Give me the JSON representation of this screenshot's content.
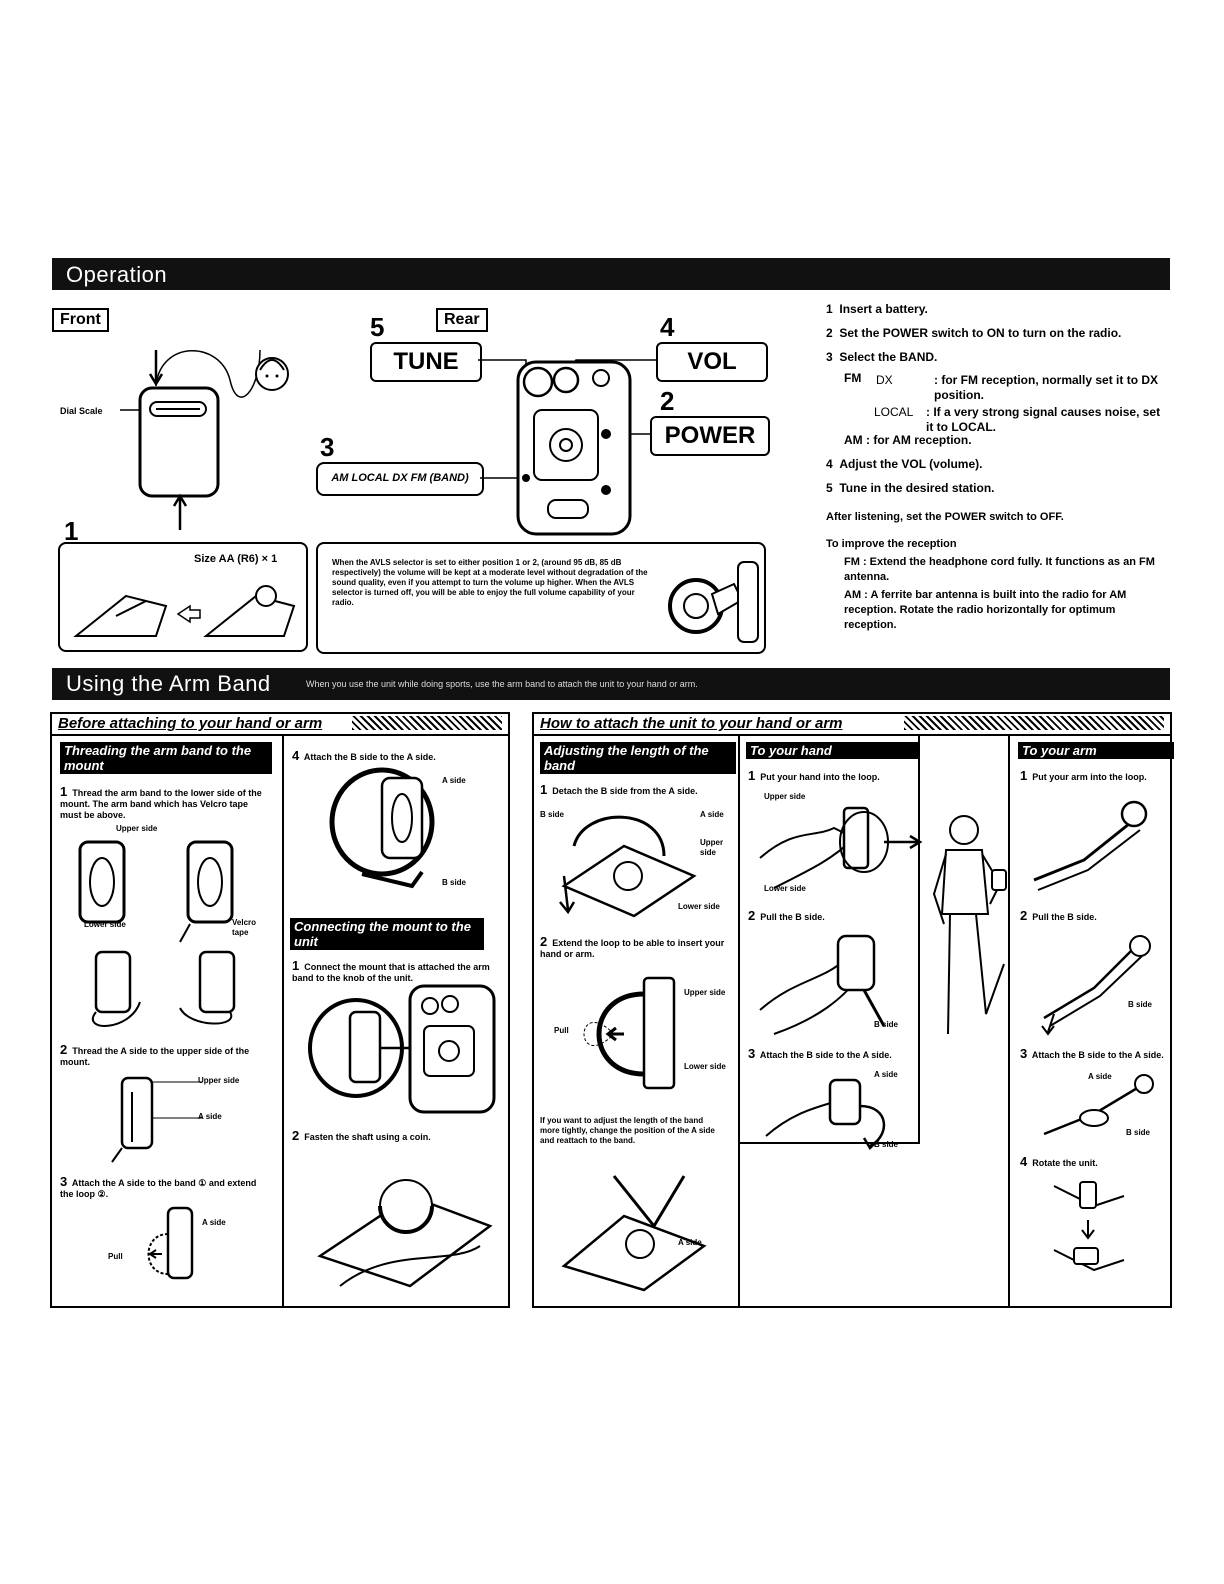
{
  "operation": {
    "title": "Operation",
    "front_label": "Front",
    "rear_label": "Rear",
    "dial_scale": "Dial Scale",
    "callouts": {
      "n1": "1",
      "n2": "2",
      "n3": "3",
      "n4": "4",
      "n5": "5"
    },
    "controls": {
      "tune": "TUNE",
      "vol": "VOL",
      "power": "POWER",
      "band_strip": "AM  LOCAL DX FM (BAND)"
    },
    "battery_box": {
      "size": "Size AA (R6) × 1"
    },
    "avls_note": "When the AVLS selector is set to either position 1 or 2, (around 95 dB, 85 dB respectively) the volume will be kept at a moderate level without degradation of the sound quality, even if you attempt to turn the volume up higher. When the AVLS selector is turned off, you will be able to enjoy the full volume capability of your radio.",
    "steps": [
      {
        "num": "1",
        "text": "Insert a battery."
      },
      {
        "num": "2",
        "text": "Set the POWER switch to ON to turn on the radio."
      },
      {
        "num": "3",
        "text": "Select the BAND."
      }
    ],
    "fm_label": "FM",
    "fm_dx": "DX",
    "fm_dx_text": ": for FM reception, normally set it to DX position.",
    "fm_local": "LOCAL",
    "fm_local_text": ": If a very strong signal causes noise, set it to LOCAL.",
    "am_text": "AM : for AM reception.",
    "steps2": [
      {
        "num": "4",
        "text": "Adjust the VOL (volume)."
      },
      {
        "num": "5",
        "text": "Tune in the desired station."
      }
    ],
    "after_listening_lead": "After listening,",
    "after_listening_rest": " set the POWER switch to OFF.",
    "improve_title": "To improve the reception",
    "improve_fm": "FM : Extend the headphone cord fully. It functions as an FM antenna.",
    "improve_am": "AM : A ferrite bar antenna is built into the radio for AM reception. Rotate the radio horizontally for optimum reception."
  },
  "armband": {
    "title": "Using the Arm Band",
    "subtitle": "When you use the unit while doing sports, use the arm band to attach the unit to your hand or arm.",
    "before": {
      "header": "Before attaching to your hand or arm",
      "threading_header": "Threading the arm band to the mount",
      "s1": "Thread the arm band to the lower side of the mount. The arm band which has Velcro tape must be above.",
      "upper_side": "Upper side",
      "lower_side": "Lower side",
      "velcro": "Velcro tape",
      "s2": "Thread the A side to the upper side of the mount.",
      "a_side": "A side",
      "b_side": "B side",
      "s3": "Attach the A side to the band ① and extend the loop ②.",
      "pull": "Pull",
      "s4": "Attach the B side to the A side.",
      "connecting_header": "Connecting the mount to the unit",
      "c1": "Connect the mount that is attached the arm band to the knob of the unit.",
      "c2": "Fasten the shaft using a coin."
    },
    "how": {
      "header": "How to attach the unit to your hand or arm",
      "adjust_header": "Adjusting the length of the band",
      "a1": "Detach the B side from the A side.",
      "a2": "Extend the loop to be able to insert your hand or arm.",
      "adjust_note": "If you want to adjust the length of the band more tightly, change the position of the A side and reattach to the band.",
      "hand_header": "To your hand",
      "h1": "Put your hand into the loop.",
      "h2": "Pull the B side.",
      "h3": "Attach the B side to the A side.",
      "arm_header": "To your arm",
      "r1": "Put your arm into the loop.",
      "r2": "Pull the B side.",
      "r3": "Attach the B side to the A side.",
      "r4": "Rotate the unit."
    },
    "nums": {
      "one": "1",
      "two": "2",
      "three": "3",
      "four": "4"
    }
  }
}
